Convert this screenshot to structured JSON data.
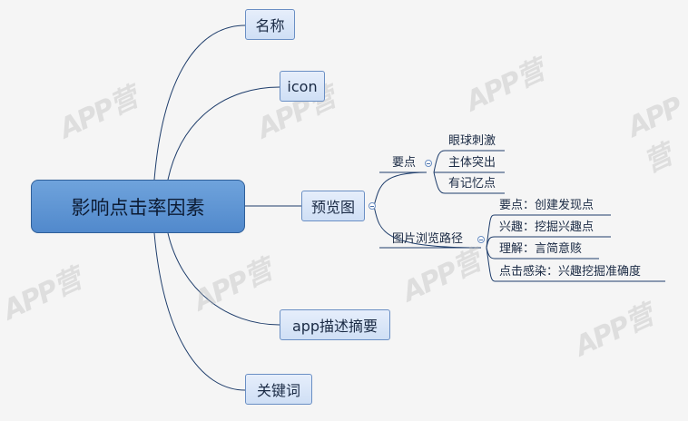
{
  "root": {
    "label": "影响点击率因素"
  },
  "branches": {
    "name": {
      "label": "名称"
    },
    "icon": {
      "label": "icon"
    },
    "preview": {
      "label": "预览图",
      "key_points": {
        "label": "要点",
        "items": [
          "眼球刺激",
          "主体突出",
          "有记忆点"
        ]
      },
      "browse_path": {
        "label": "图片浏览路径",
        "items": [
          "要点：创建发现点",
          "兴趣：挖掘兴趣点",
          "理解：言简意赅",
          "点击感染：兴趣挖掘准确度"
        ]
      }
    },
    "description": {
      "label": "app描述摘要"
    },
    "keywords": {
      "label": "关键词"
    }
  },
  "watermark": {
    "text": "APP营"
  },
  "colors": {
    "line": "#1e3d6b",
    "root_fill": "#5f97d6",
    "node_fill": "#dbe6f7"
  }
}
